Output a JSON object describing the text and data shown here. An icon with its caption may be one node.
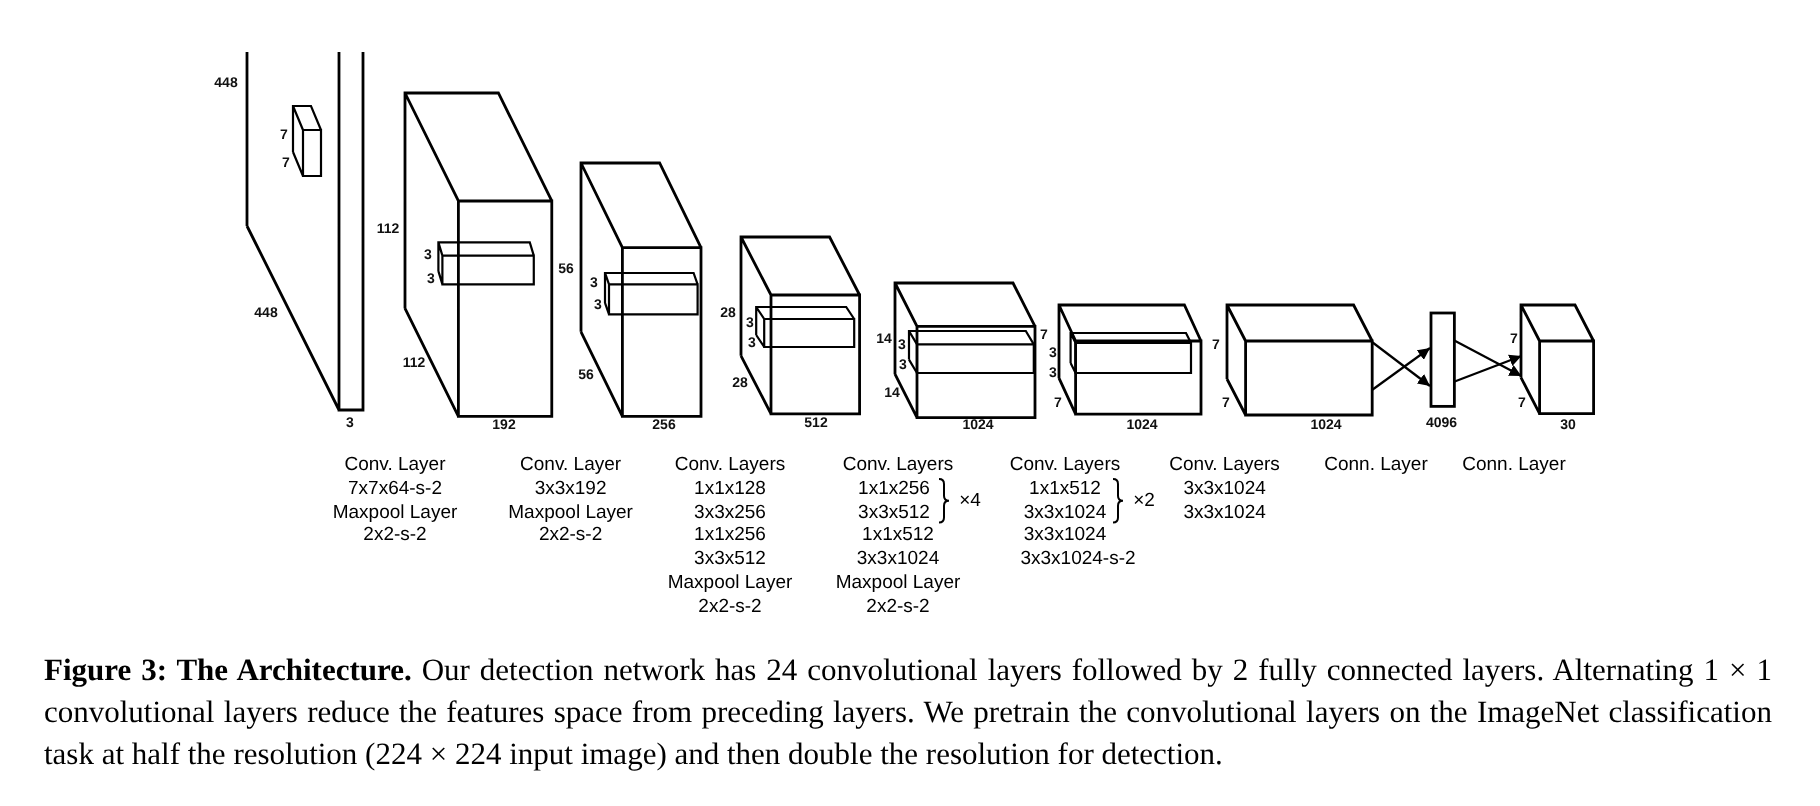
{
  "diagram": {
    "caption": "**Figure 3: The Architecture.** Our detection network has 24 convolutional layers followed by 2 fully connected layers. Alternating 1 × 1 convolutional layers reduce the features space from preceding layers. We pretrain the convolutional layers on the ImageNet classification task at half the resolution (224 × 224 input image) and then double the resolution for detection.",
    "nodes": [
      {
        "text": [],
        "shape": "box"
      },
      {
        "text": [],
        "shape": "box"
      },
      {
        "text": [],
        "shape": "box"
      },
      {
        "text": [],
        "shape": "box"
      },
      {
        "text": [],
        "shape": "box"
      },
      {
        "text": [],
        "shape": "box"
      },
      {
        "text": [],
        "shape": "box"
      },
      {
        "text": [],
        "shape": "bar"
      },
      {
        "text": [],
        "shape": "box"
      }
    ],
    "edges": [
      {
        "from": 6,
        "to": 7,
        "arrow": "to"
      },
      {
        "from": 6,
        "to": 7,
        "arrow": "to"
      },
      {
        "from": 7,
        "to": 8,
        "arrow": "to"
      },
      {
        "from": 7,
        "to": 8,
        "arrow": "to"
      }
    ],
    "labels": [
      "448",
      "7",
      "7",
      "448",
      "3",
      "112",
      "3",
      "3",
      "112",
      "192",
      "56",
      "3",
      "3",
      "56",
      "256",
      "28",
      "3",
      "3",
      "28",
      "512",
      "14",
      "3",
      "3",
      "14",
      "1024",
      "7",
      "3",
      "3",
      "7",
      "1024",
      "7",
      "7",
      "1024",
      "4096",
      "7",
      "7",
      "30",
      "Conv. Layer",
      "7x7x64-s-2",
      "Maxpool Layer",
      "2x2-s-2",
      "Conv. Layer",
      "3x3x192",
      "Maxpool Layer",
      "2x2-s-2",
      "Conv. Layers",
      "1x1x128",
      "3x3x256",
      "1x1x256",
      "3x3x512",
      "Maxpool Layer",
      "2x2-s-2",
      "Conv. Layers",
      "1x1x256",
      "3x3x512",
      "×4",
      "1x1x512",
      "3x3x1024",
      "Maxpool Layer",
      "2x2-s-2",
      "Conv. Layers",
      "1x1x512",
      "3x3x1024",
      "×2",
      "3x3x1024",
      "3x3x1024-s-2",
      "Conv. Layers",
      "3x3x1024",
      "3x3x1024",
      "Conn. Layer",
      "Conn. Layer"
    ]
  }
}
